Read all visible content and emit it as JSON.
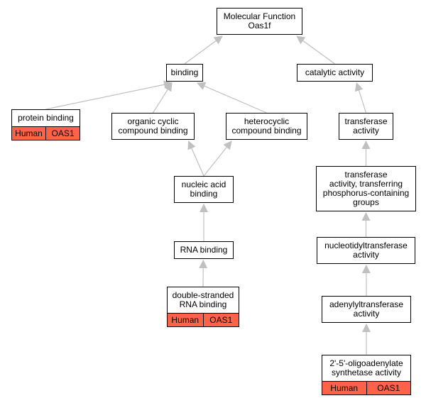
{
  "diagram": {
    "edge_color": "#c0c0c0",
    "annotation_color": "#ff6347",
    "nodes": {
      "mf_root": {
        "label": "Molecular Function\nOas1f"
      },
      "binding": {
        "label": "binding"
      },
      "catalytic_activity": {
        "label": "catalytic activity"
      },
      "protein_binding": {
        "label": "protein binding",
        "annotation": {
          "species": "Human",
          "gene": "OAS1"
        }
      },
      "organic_cyclic_compound_binding": {
        "label": "organic cyclic\ncompound binding"
      },
      "heterocyclic_compound_binding": {
        "label": "heterocyclic\ncompound binding"
      },
      "transferase_activity": {
        "label": "transferase\nactivity"
      },
      "transferase_phosphorus": {
        "label": "transferase\nactivity, transferring\nphosphorus-containing\ngroups"
      },
      "nucleic_acid_binding": {
        "label": "nucleic acid\nbinding"
      },
      "rna_binding": {
        "label": "RNA binding"
      },
      "nucleotidyltransferase_activity": {
        "label": "nucleotidyltransferase\nactivity"
      },
      "dsrna_binding": {
        "label": "double-stranded\nRNA binding",
        "annotation": {
          "species": "Human",
          "gene": "OAS1"
        }
      },
      "adenylyltransferase_activity": {
        "label": "adenylyltransferase\nactivity"
      },
      "oas_activity": {
        "label": "2'-5'-oligoadenylate\nsynthetase activity",
        "annotation": {
          "species": "Human",
          "gene": "OAS1"
        }
      }
    },
    "edges": [
      {
        "from": "binding",
        "to": "mf_root"
      },
      {
        "from": "catalytic_activity",
        "to": "mf_root"
      },
      {
        "from": "protein_binding",
        "to": "binding"
      },
      {
        "from": "organic_cyclic_compound_binding",
        "to": "binding"
      },
      {
        "from": "heterocyclic_compound_binding",
        "to": "binding"
      },
      {
        "from": "transferase_activity",
        "to": "catalytic_activity"
      },
      {
        "from": "nucleic_acid_binding",
        "to": "organic_cyclic_compound_binding"
      },
      {
        "from": "nucleic_acid_binding",
        "to": "heterocyclic_compound_binding"
      },
      {
        "from": "transferase_phosphorus",
        "to": "transferase_activity"
      },
      {
        "from": "rna_binding",
        "to": "nucleic_acid_binding"
      },
      {
        "from": "nucleotidyltransferase_activity",
        "to": "transferase_phosphorus"
      },
      {
        "from": "dsrna_binding",
        "to": "rna_binding"
      },
      {
        "from": "adenylyltransferase_activity",
        "to": "nucleotidyltransferase_activity"
      },
      {
        "from": "oas_activity",
        "to": "adenylyltransferase_activity"
      }
    ]
  }
}
